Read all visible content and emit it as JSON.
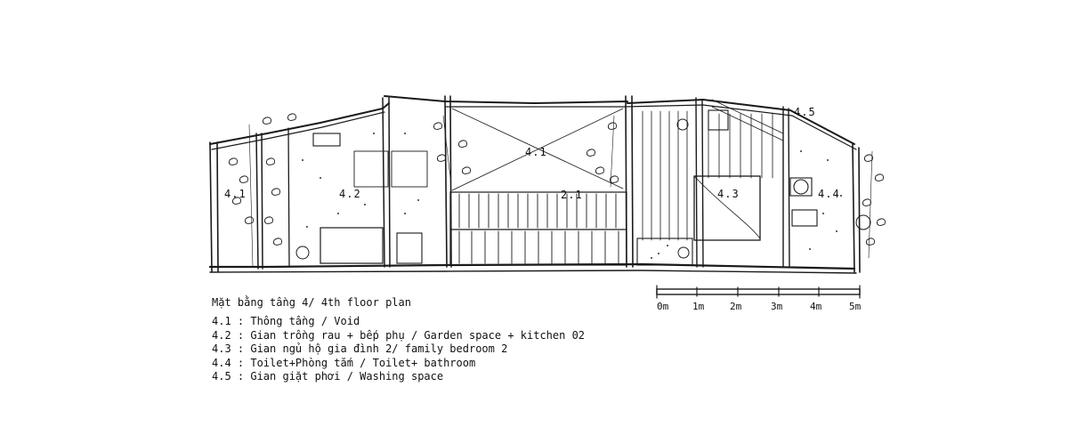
{
  "drawing": {
    "title": "Mặt bằng tầng 4/ 4th floor plan",
    "room_labels": {
      "r41_left": "4.1",
      "r42": "4.2",
      "r41_void": "4.1",
      "r21": "2.1",
      "r43": "4.3",
      "r44": "4.4",
      "r45": "4.5"
    },
    "legend": [
      "4.1 : Thông tầng / Void",
      "4.2 : Gian trồng rau + bếp phụ / Garden space + kitchen 02",
      "4.3 : Gian ngủ hộ gia đình 2/ family bedroom 2",
      "4.4 : Toilet+Phòng tắm / Toilet+ bathroom",
      "4.5 : Gian giặt phơi / Washing space"
    ],
    "scale_bar": [
      "0m",
      "1m",
      "2m",
      "3m",
      "4m",
      "5m"
    ]
  }
}
